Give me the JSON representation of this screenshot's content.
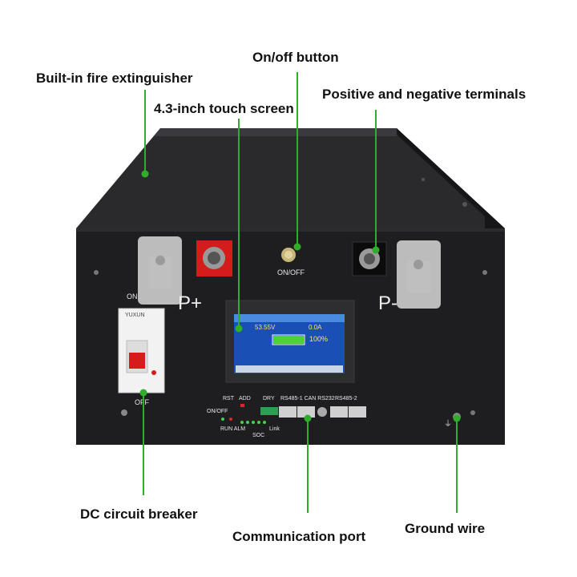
{
  "callouts": {
    "fire_extinguisher": "Built-in fire extinguisher",
    "on_off_button": "On/off button",
    "touch_screen": "4.3-inch touch screen",
    "terminals": "Positive and negative terminals",
    "breaker": "DC circuit breaker",
    "comm_port": "Communication port",
    "ground": "Ground wire"
  },
  "panel": {
    "on_off_label": "ON/OFF",
    "positive": "P+",
    "negative": "P-",
    "breaker_on": "ON",
    "breaker_off": "OFF",
    "rst": "RST",
    "add": "ADD",
    "dry": "DRY",
    "ports": "RS485-1 CAN RS232",
    "rs485_2": "RS485-2",
    "onoff_small": "ON/OFF",
    "run_alm": "RUN ALM",
    "soc": "SOC",
    "link": "Link",
    "breaker_brand": "YUXUN"
  },
  "screen": {
    "voltage": "53.55V",
    "current": "0.0A",
    "soc_percent": "100%",
    "soc_fraction": 1.0
  },
  "colors": {
    "callout_line": "#2fae2a",
    "case": "#1c1c1e",
    "screen_bg": "#1a4fb5",
    "soc_bar": "#4fd13a",
    "positive_terminal": "#d41c1c"
  }
}
